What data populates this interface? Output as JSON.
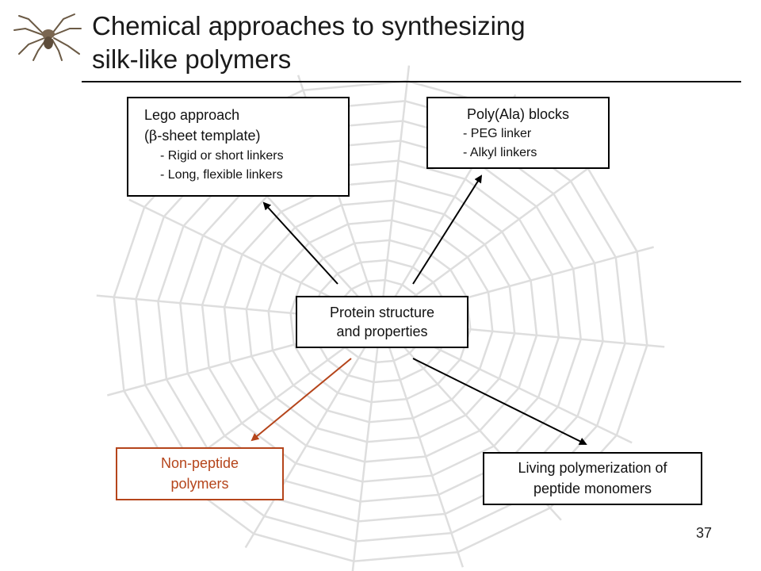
{
  "slide": {
    "title_line1": "Chemical approaches to synthesizing",
    "title_line2": "silk-like polymers",
    "page_number": "37"
  },
  "boxes": {
    "lego": {
      "line1": "Lego approach",
      "line2_prefix": "(",
      "line2_symbol": "β",
      "line2_rest": "-sheet template)",
      "item1": "- Rigid or short linkers",
      "item2": "- Long, flexible linkers"
    },
    "polyala": {
      "line1": "Poly(Ala) blocks",
      "item1": "- PEG linker",
      "item2": "- Alkyl linkers"
    },
    "center": {
      "line1": "Protein structure",
      "line2": "and properties"
    },
    "nonpeptide": {
      "line1": "Non-peptide",
      "line2": "polymers"
    },
    "living": {
      "line1": "Living polymerization of",
      "line2": "peptide monomers"
    }
  },
  "colors": {
    "highlight": "#b5451b",
    "web": "#d9d9d9",
    "text": "#111111"
  },
  "icons": {
    "spider": "spider-icon"
  }
}
